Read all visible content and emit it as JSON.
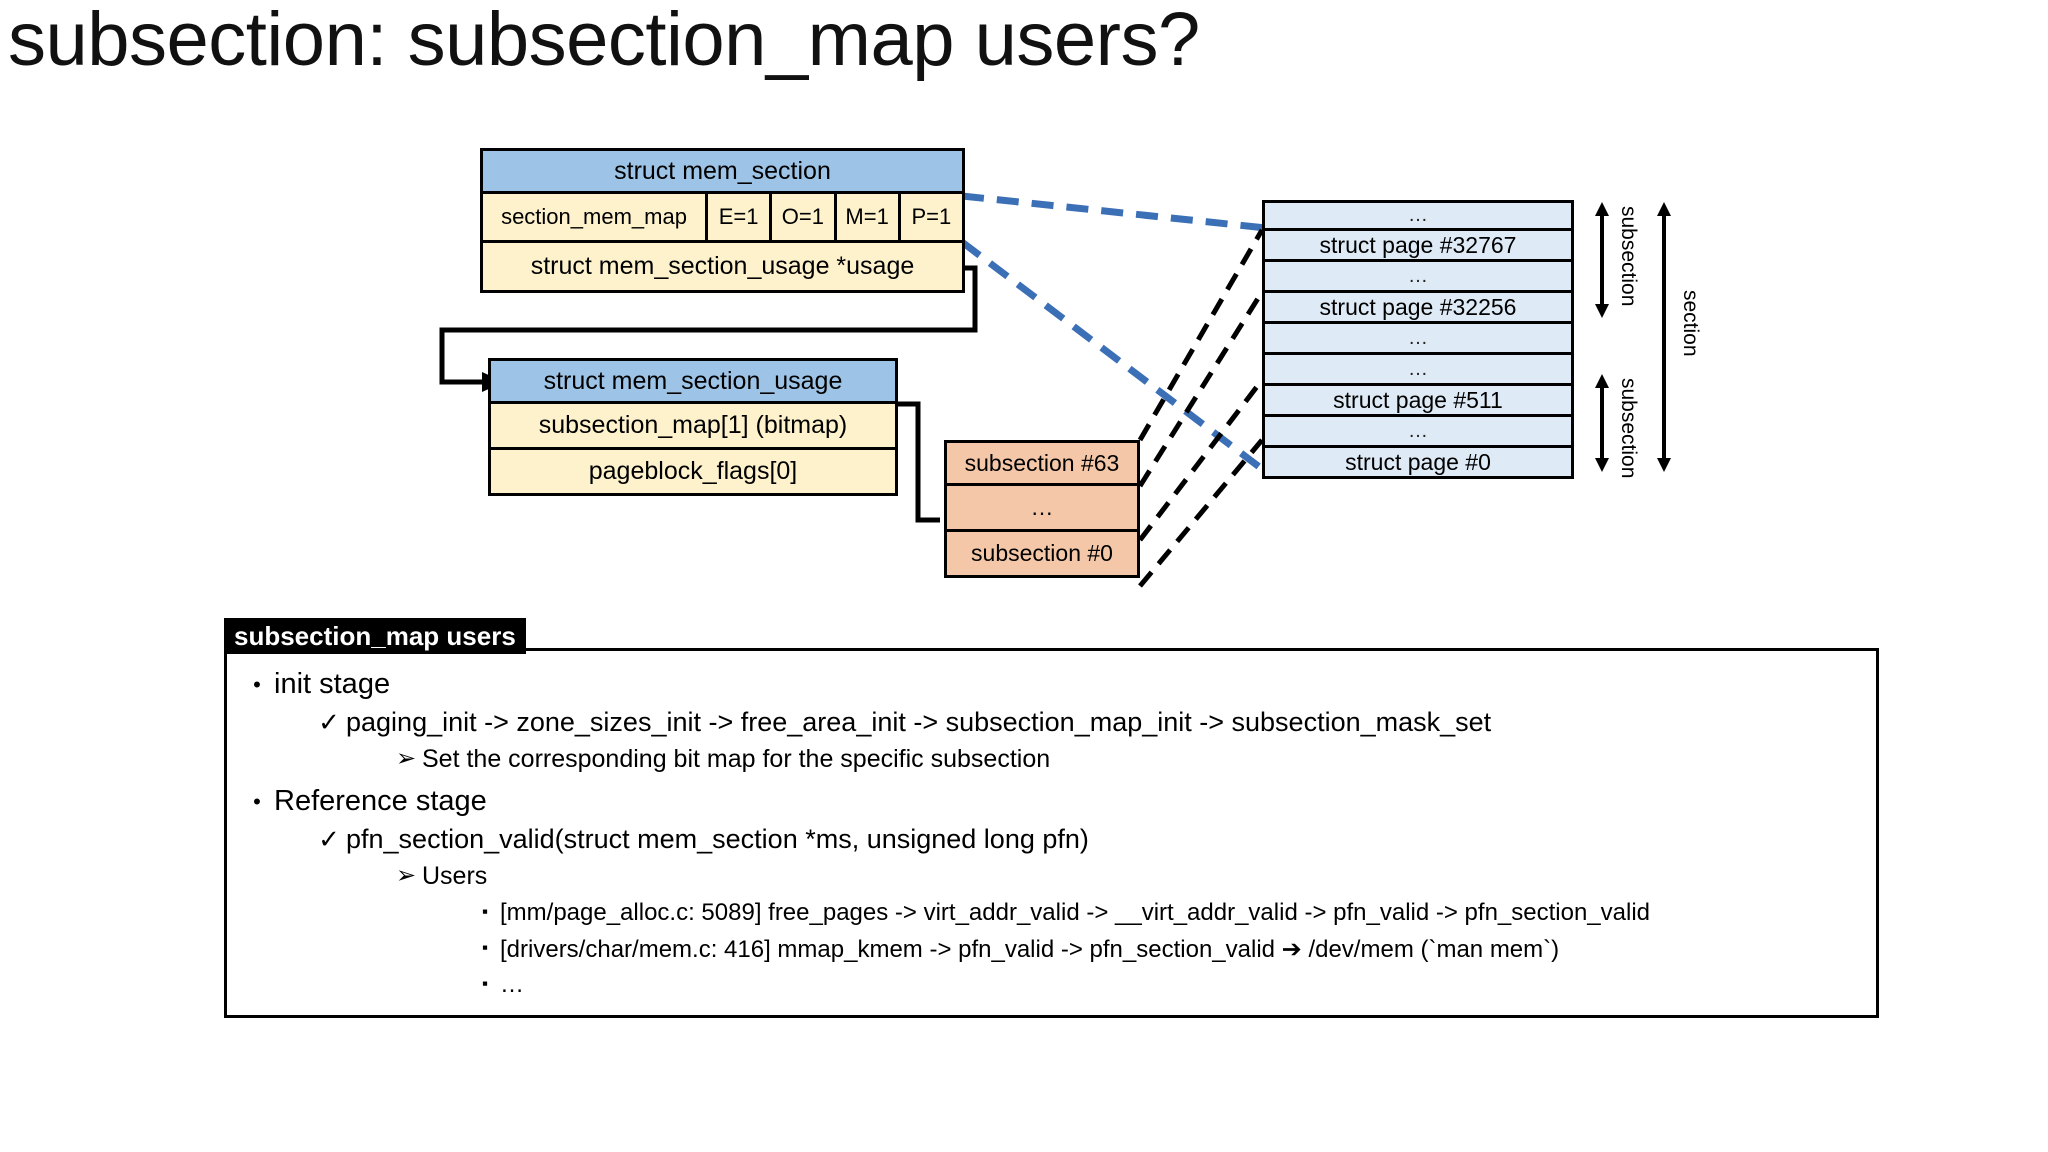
{
  "slide": {
    "title": "subsection: subsection_map users?"
  },
  "colors": {
    "header_blue": "#9DC3E6",
    "cream": "#FDF2CC",
    "orange": "#F4C7A8",
    "page_blue": "#DEEAF6",
    "dash_blue": "#3B6FB6",
    "dash_black": "#000000"
  },
  "diagram": {
    "mem_section": {
      "title": "struct mem_section",
      "field_mem_map": "section_mem_map",
      "flags": [
        "E=1",
        "O=1",
        "M=1",
        "P=1"
      ],
      "field_usage": "struct mem_section_usage *usage"
    },
    "mem_section_usage": {
      "title": "struct mem_section_usage",
      "rows": [
        "subsection_map[1] (bitmap)",
        "pageblock_flags[0]"
      ]
    },
    "subsections": [
      "subsection #63",
      "…",
      "subsection #0"
    ],
    "pages": [
      "…",
      "struct page #32767",
      "…",
      "struct page #32256",
      "…",
      "…",
      "struct page #511",
      "…",
      "struct page #0"
    ],
    "scale_labels": {
      "subsection_top": "subsection",
      "subsection_bottom": "subsection",
      "section": "section"
    }
  },
  "panel": {
    "tab_label": "subsection_map users",
    "items": [
      {
        "level": 1,
        "marker": "•",
        "text": "init stage"
      },
      {
        "level": 2,
        "marker": "✓",
        "text": "paging_init -> zone_sizes_init -> free_area_init -> subsection_map_init -> subsection_mask_set"
      },
      {
        "level": 3,
        "marker": "➢",
        "text": "Set the corresponding bit map for the specific subsection"
      },
      {
        "level": 1,
        "marker": "•",
        "text": "Reference stage"
      },
      {
        "level": 2,
        "marker": "✓",
        "text": "pfn_section_valid(struct mem_section *ms, unsigned long pfn)"
      },
      {
        "level": 3,
        "marker": "➢",
        "text": "Users"
      },
      {
        "level": 4,
        "marker": "▪",
        "text": "[mm/page_alloc.c: 5089] free_pages -> virt_addr_valid -> __virt_addr_valid -> pfn_valid -> pfn_section_valid"
      },
      {
        "level": 4,
        "marker": "▪",
        "text": "[drivers/char/mem.c: 416] mmap_kmem -> pfn_valid -> pfn_section_valid ➔ /dev/mem (`man mem`)"
      },
      {
        "level": 4,
        "marker": "▪",
        "text": "…"
      }
    ]
  }
}
